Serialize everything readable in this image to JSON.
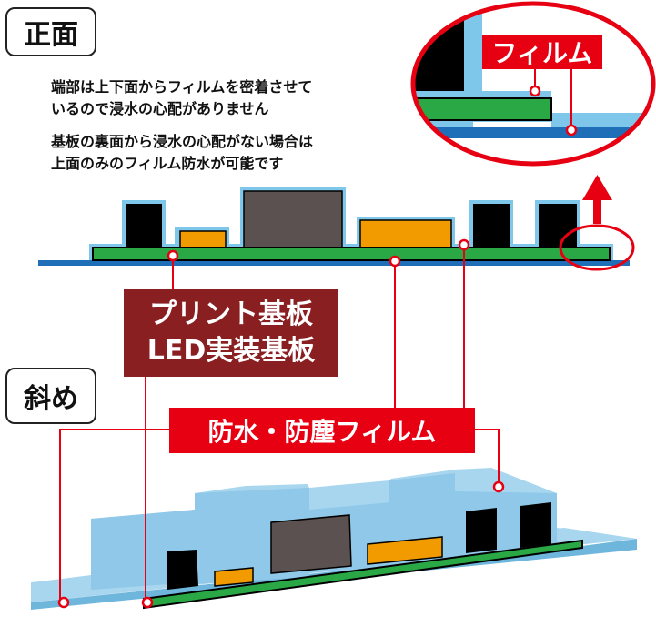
{
  "labels": {
    "front": "正面",
    "oblique": "斜め",
    "film_zoom": "フィルム",
    "pcb_line1": "プリント基板",
    "pcb_line2": "LED実装基板",
    "film_label": "防水・防塵フィルム"
  },
  "notes": {
    "line1": "端部は上下面からフィルムを密着させて",
    "line2": "いるので浸水の心配がありません",
    "line3": "基板の裏面から浸水の心配がない場合は",
    "line4": "上面のみのフィルム防水が可能です"
  },
  "colors": {
    "film": "#7fc7ea",
    "film_dark": "#1f6fb8",
    "board": "#2aa845",
    "chip_black": "#000000",
    "chip_gray": "#5a5150",
    "chip_orange": "#f29b00",
    "red": "#e60012",
    "dark_red": "#8a1f22"
  }
}
